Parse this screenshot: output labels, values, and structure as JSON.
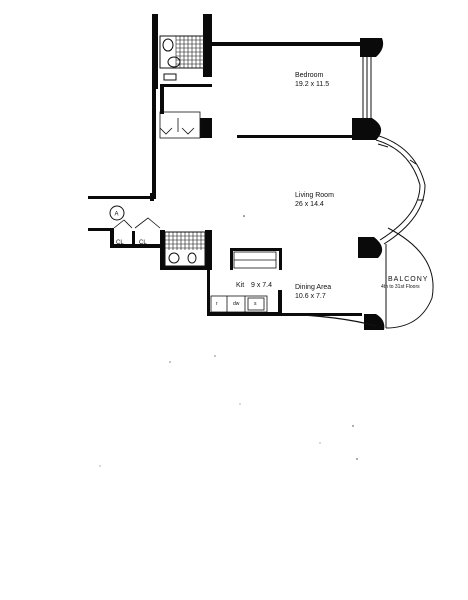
{
  "floorplan": {
    "rooms": [
      {
        "name": "Bedroom",
        "dims": "19.2 x 11.5"
      },
      {
        "name": "Living Room",
        "dims": "26 x 14.4"
      },
      {
        "name": "Dining Area",
        "dims": "10.6 x 7.7"
      },
      {
        "name": "Kit",
        "dims": "9 x 7.4"
      }
    ],
    "balcony": {
      "label": "BALCONY",
      "note": "4th to 31st Floors"
    },
    "closets": [
      "CL",
      "CL"
    ],
    "marker": "A",
    "appliances": [
      "r",
      "dw",
      "s"
    ]
  }
}
